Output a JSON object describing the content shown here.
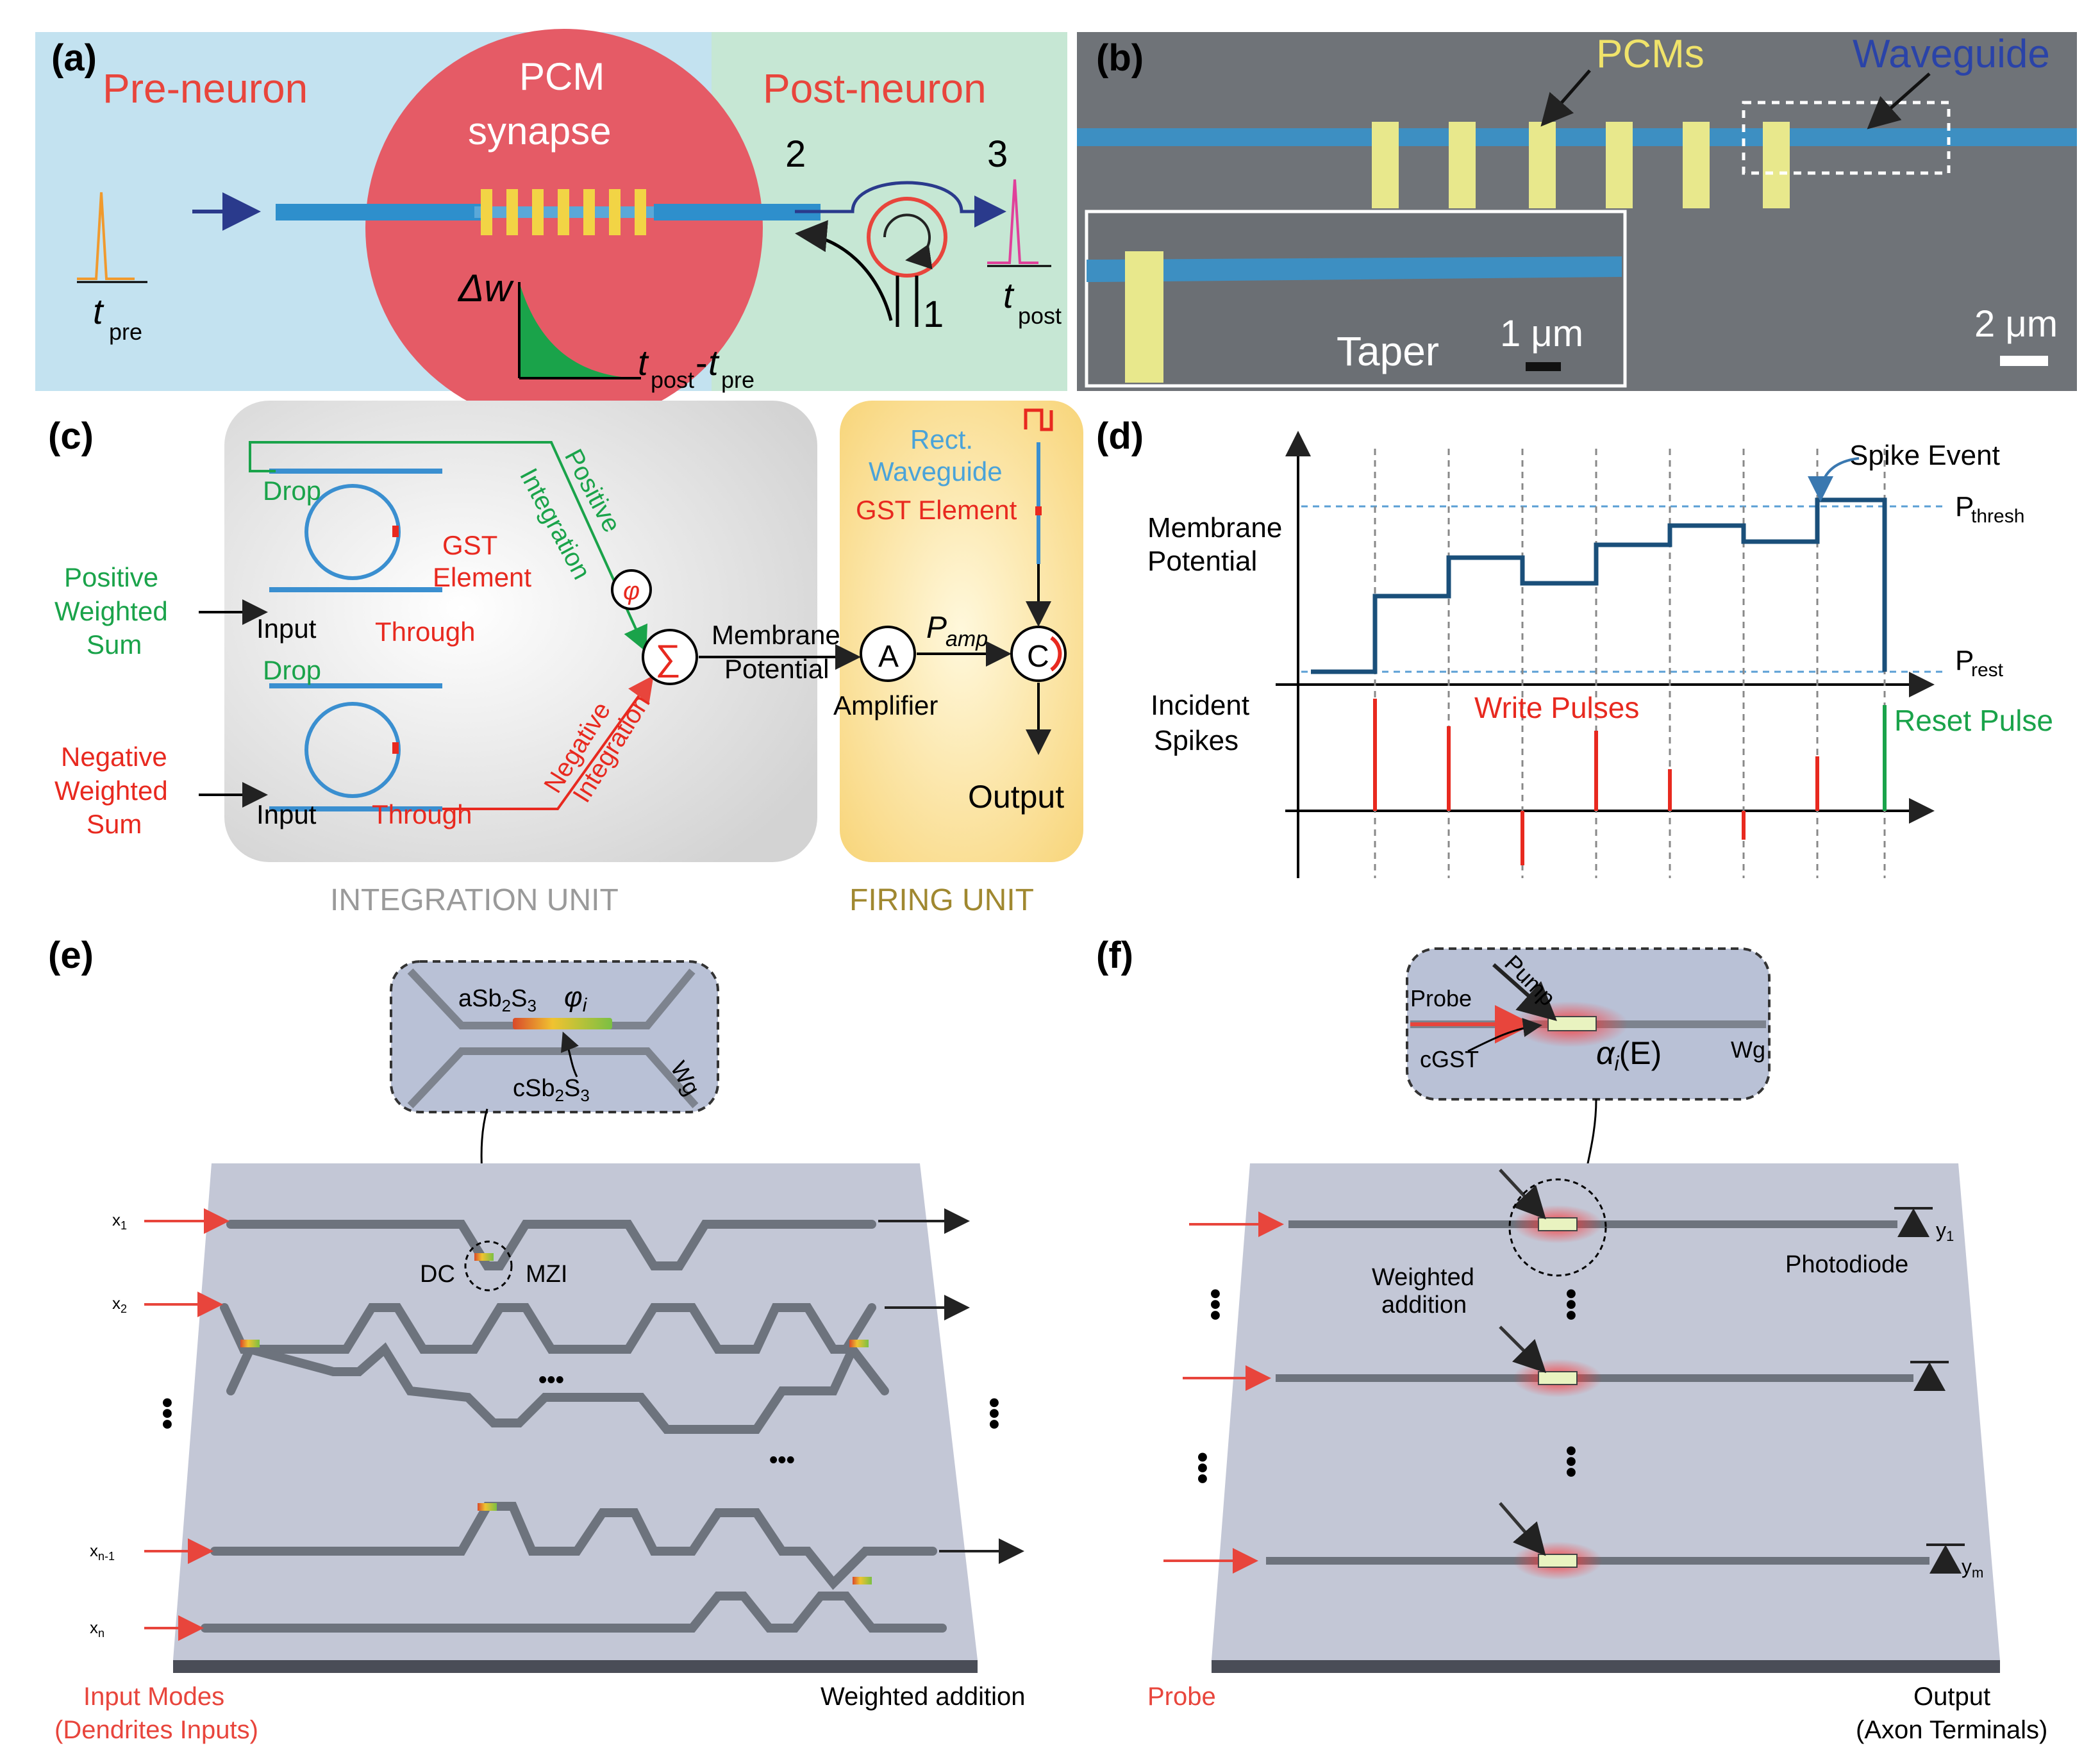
{
  "panel_a": {
    "letter": "(a)",
    "pre_neuron": "Pre-neuron",
    "pcm": "PCM",
    "synapse": "synapse",
    "post_neuron": "Post-neuron",
    "port2": "2",
    "port3": "3",
    "port1": "1",
    "delta_w": "Δw",
    "t": "t",
    "pre": "pre",
    "post": "post",
    "dash": "-",
    "colors": {
      "left": "#bfe0ef",
      "right": "#c4e6d3",
      "circle": "#e45a67",
      "waveguide": "#2e8fcc",
      "pcm": "#f2d445"
    }
  },
  "panel_b": {
    "letter": "(b)",
    "pcms": "PCMs",
    "waveguide": "Waveguide",
    "taper": "Taper",
    "scale_small": "1 μm",
    "scale_large": "2 μm"
  },
  "panel_c": {
    "letter": "(c)",
    "drop": "Drop",
    "gst": "GST",
    "element": "Element",
    "positive": "Positive",
    "integration": "Integration",
    "negative": "Negative",
    "phi": "φ",
    "sigma": "∑",
    "input": "Input",
    "through": "Through",
    "pos_weighted": [
      "Positive",
      "Weighted",
      "Sum"
    ],
    "neg_weighted": [
      "Negative",
      "Weighted",
      "Sum"
    ],
    "membrane": "Membrane",
    "potential": "Potential",
    "amp_a": "A",
    "amplifier": "Amplifier",
    "p_amp": "P",
    "amp_sub": "amp",
    "circ_c": "C",
    "rect": "Rect.",
    "waveguide": "Waveguide",
    "gst_element": "GST Element",
    "output": "Output",
    "integration_unit": "INTEGRATION UNIT",
    "firing_unit": "FIRING UNIT"
  },
  "panel_d": {
    "letter": "(d)",
    "spike_event": "Spike Event",
    "membrane": "Membrane",
    "potential": "Potential",
    "p": "P",
    "thresh": "thresh",
    "rest": "rest",
    "incident": "Incident",
    "spikes": "Spikes",
    "write_pulses": "Write Pulses",
    "reset_pulse": "Reset Pulse"
  },
  "panel_e": {
    "letter": "(e)",
    "a_sb": "aSb",
    "c_sb": "cSb",
    "sub2": "2",
    "s": "S",
    "sub3": "3",
    "phi_i": "φ",
    "i": "i",
    "wg": "Wg",
    "dc": "DC",
    "mzi": "MZI",
    "ellipsis": "•••",
    "x1": "x",
    "x1_sub": "1",
    "x2": "x",
    "x2_sub": "2",
    "xn1": "x",
    "xn1_sub": "n-1",
    "xn": "x",
    "xn_sub": "n",
    "input_modes": "Input Modes",
    "dendrites": "(Dendrites Inputs)",
    "weighted_addition": "Weighted addition"
  },
  "panel_f": {
    "letter": "(f)",
    "probe": "Probe",
    "pump": "Pump",
    "cgst": "cGST",
    "alpha": "α",
    "alpha_sub": "i",
    "alpha_e": "(E)",
    "wg": "Wg",
    "y1": "y",
    "y1_sub": "1",
    "ym": "y",
    "ym_sub": "m",
    "photodiode": "Photodiode",
    "weighted": "Weighted",
    "addition": "addition",
    "probe_bottom": "Probe",
    "output": "Output",
    "axon": "(Axon Terminals)"
  }
}
